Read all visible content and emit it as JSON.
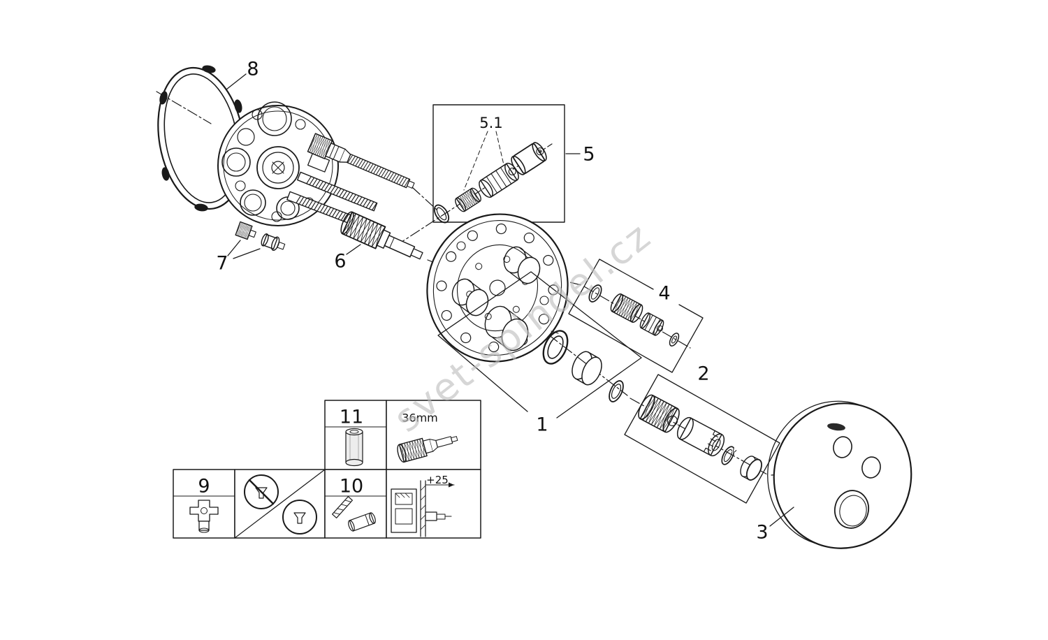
{
  "diagram": {
    "watermark": "svet-spindel.cz",
    "callouts": {
      "n1": "1",
      "n2": "2",
      "n3": "3",
      "n4": "4",
      "n5": "5",
      "n5_1": "5.1",
      "n6": "6",
      "n7": "7",
      "n8": "8",
      "n9": "9",
      "n10": "10",
      "n11": "11"
    },
    "dimensions": {
      "spindle": "36mm",
      "extension": "+25"
    },
    "colors": {
      "line": "#1a1a1a",
      "watermark": "#bdbdbd",
      "background": "#ffffff"
    }
  }
}
